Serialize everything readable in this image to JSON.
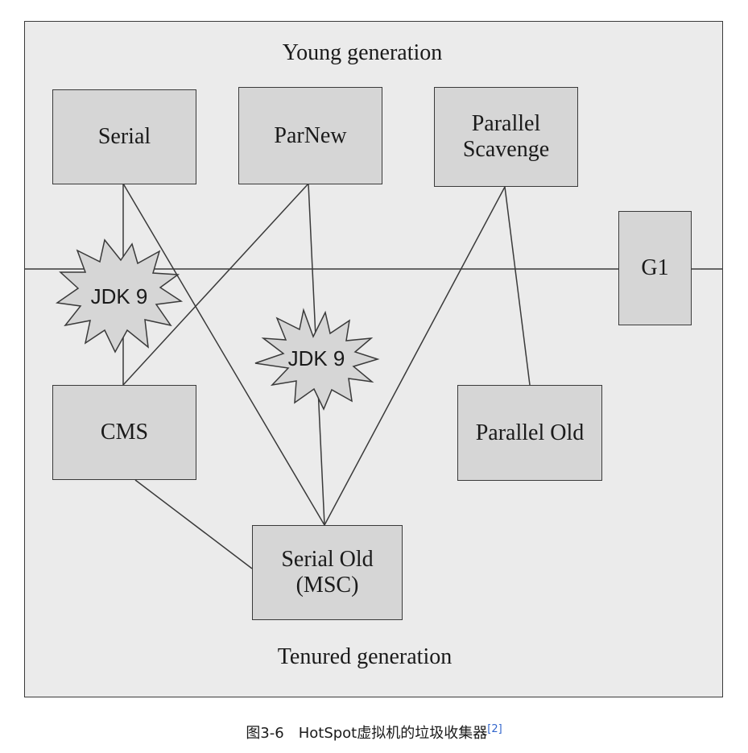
{
  "regions": {
    "young": "Young generation",
    "tenured": "Tenured generation"
  },
  "collectors": {
    "serial": "Serial",
    "parnew": "ParNew",
    "parallel_scavenge": "Parallel\nScavenge",
    "g1": "G1",
    "cms": "CMS",
    "parallel_old": "Parallel Old",
    "serial_old": "Serial Old\n(MSC)"
  },
  "markers": {
    "left": "JDK 9",
    "center": "JDK 9"
  },
  "caption": {
    "text": "图3-6　HotSpot虚拟机的垃圾收集器",
    "ref": "[2]"
  },
  "colors": {
    "background": "#ebebeb",
    "box_fill": "#d6d6d6",
    "line": "#3a3a3a"
  }
}
